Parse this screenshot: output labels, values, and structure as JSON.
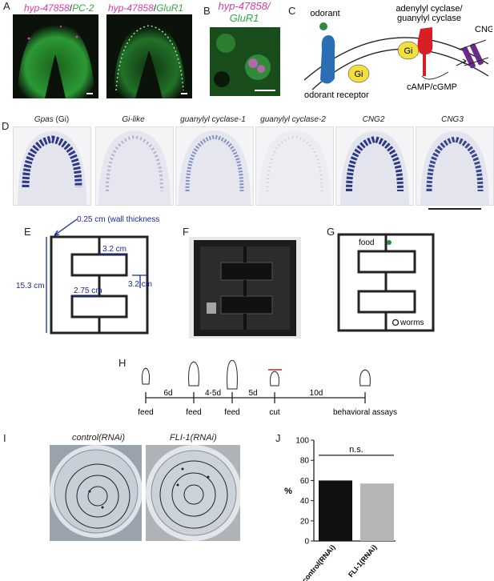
{
  "panels": {
    "A": "A",
    "B": "B",
    "C": "C",
    "D": "D",
    "E": "E",
    "F": "F",
    "G": "G",
    "H": "H",
    "I": "I",
    "J": "J"
  },
  "panelA": {
    "left_gene": "hyp-47858",
    "left_sep": "/",
    "left_marker": "PC-2",
    "right_gene": "hyp-47858",
    "right_sep": "/",
    "right_marker": "GluR1"
  },
  "panelB": {
    "gene": "hyp-47858/",
    "marker": "GluR1"
  },
  "panelC": {
    "odorant": "odorant",
    "adenylyl": "adenylyl cyclase/",
    "guanylyl": "guanylyl cyclase",
    "cng": "CNG",
    "gi1": "Gi",
    "gi2": "Gi",
    "receptor": "odorant receptor",
    "camp": "cAMP/cGMP"
  },
  "panelD": {
    "labels": [
      "Gpas (Gi)",
      "Gi-like",
      "guanylyl cyclase-1",
      "guanylyl cyclase-2",
      "CNG2",
      "CNG3"
    ],
    "gpas": "Gpas",
    "gpas_suffix": " (Gi)"
  },
  "panelE": {
    "wall": "0.25 cm (wall thickness)",
    "dim1": "3.2 cm",
    "dim2": "2.75 cm",
    "dim3": "3.2 cm",
    "height": "15.3 cm"
  },
  "panelG": {
    "food": "food",
    "worms": "worms"
  },
  "panelH": {
    "steps": [
      "feed",
      "feed",
      "feed",
      "cut",
      "behavioral assays"
    ],
    "intervals": [
      "6d",
      "4-5d",
      "5d",
      "10d"
    ]
  },
  "panelI": {
    "left": "control(RNAi)",
    "right": "FLI-1(RNAi)"
  },
  "chart_data": {
    "type": "bar",
    "categories": [
      "control(RNAi)",
      "FLI-1(RNAi)"
    ],
    "values": [
      60,
      57
    ],
    "colors": [
      "#111111",
      "#b5b5b8"
    ],
    "ylabel": "%",
    "ylim": [
      0,
      100
    ],
    "yticks": [
      0,
      20,
      40,
      60,
      80,
      100
    ],
    "annotation": "n.s."
  }
}
